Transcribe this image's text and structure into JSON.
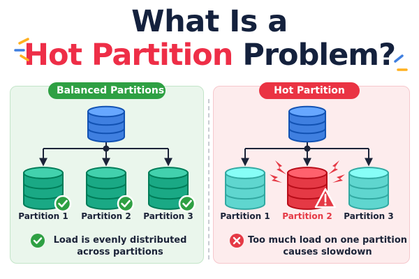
{
  "title": {
    "line1": "What Is a",
    "line2_hot": "Hot Partition",
    "line2_rest": "Problem?"
  },
  "balanced": {
    "header": "Balanced Partitions",
    "partitions": [
      "Partition 1",
      "Partition 2",
      "Partition 3"
    ],
    "caption_line1": "Load is evenly distributed",
    "caption_line2": "across partitions"
  },
  "hot": {
    "header": "Hot Partition",
    "partitions": [
      "Partition 1",
      "Partition 2",
      "Partition 3"
    ],
    "caption_line1": "Too much load on one partition",
    "caption_line2": "causes slowdown"
  },
  "colors": {
    "navy": "#14213d",
    "hot_red": "#ee2e47",
    "green": "#2ea043",
    "source_blue": "#3f7fe0",
    "teal": "#1aa985",
    "light_teal": "#5fd6cf",
    "alert_red": "#e53945"
  },
  "icons": [
    "database-icon",
    "check-icon",
    "warning-icon",
    "x-icon",
    "lightning-icon",
    "sparkle-icon"
  ]
}
